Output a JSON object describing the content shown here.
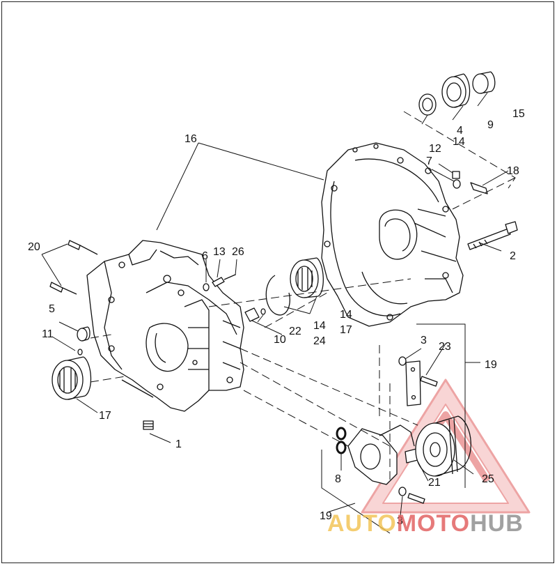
{
  "diagram": {
    "callouts": [
      {
        "id": "1",
        "label": "1"
      },
      {
        "id": "2",
        "label": "2"
      },
      {
        "id": "3a",
        "label": "3"
      },
      {
        "id": "3b",
        "label": "3"
      },
      {
        "id": "4",
        "label": "4"
      },
      {
        "id": "5",
        "label": "5"
      },
      {
        "id": "6",
        "label": "6"
      },
      {
        "id": "7",
        "label": "7"
      },
      {
        "id": "8",
        "label": "8"
      },
      {
        "id": "9",
        "label": "9"
      },
      {
        "id": "10",
        "label": "10"
      },
      {
        "id": "11",
        "label": "11"
      },
      {
        "id": "12",
        "label": "12"
      },
      {
        "id": "13",
        "label": "13"
      },
      {
        "id": "14a",
        "label": "14"
      },
      {
        "id": "14b",
        "label": "14"
      },
      {
        "id": "14c",
        "label": "14"
      },
      {
        "id": "15",
        "label": "15"
      },
      {
        "id": "16",
        "label": "16"
      },
      {
        "id": "17a",
        "label": "17"
      },
      {
        "id": "17b",
        "label": "17"
      },
      {
        "id": "18",
        "label": "18"
      },
      {
        "id": "19a",
        "label": "19"
      },
      {
        "id": "19b",
        "label": "19"
      },
      {
        "id": "20",
        "label": "20"
      },
      {
        "id": "21",
        "label": "21"
      },
      {
        "id": "22",
        "label": "22"
      },
      {
        "id": "23",
        "label": "23"
      },
      {
        "id": "24",
        "label": "24"
      },
      {
        "id": "25",
        "label": "25"
      },
      {
        "id": "26",
        "label": "26"
      }
    ]
  },
  "watermark": {
    "part1": "AUTO",
    "part2": "MOTO",
    "part3": "HUB",
    "color_gold": "#f2c14e",
    "color_red": "#e05a5a",
    "color_gray": "#8a8a8a"
  }
}
